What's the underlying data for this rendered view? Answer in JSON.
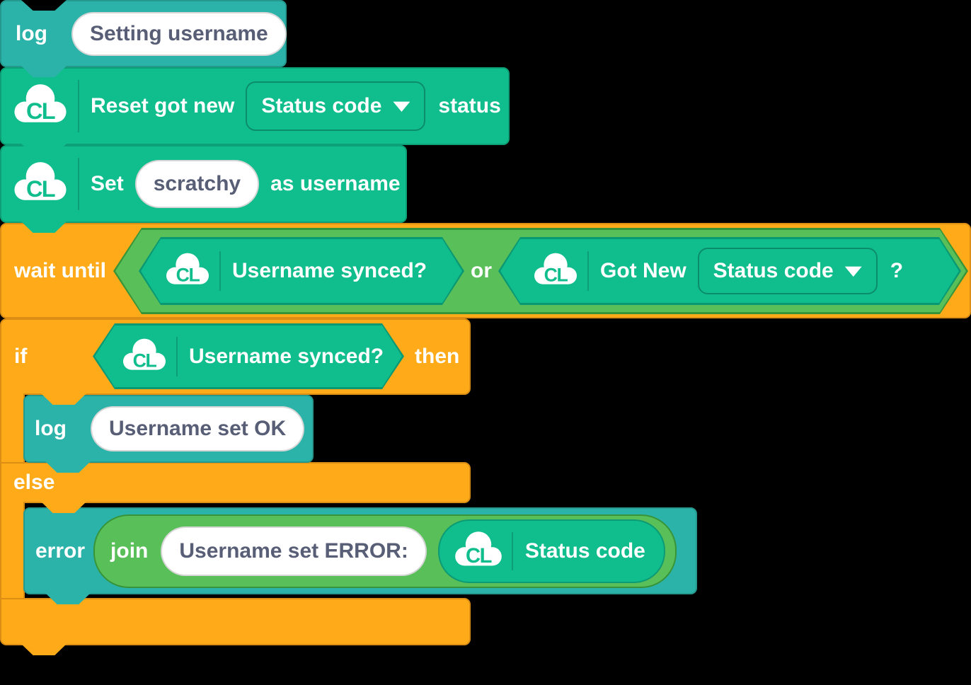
{
  "workspace": {
    "icon_text": "CL",
    "log_setting": {
      "label": "log",
      "value": "Setting username"
    },
    "reset_got_new": {
      "prefix": "Reset got new",
      "dropdown_value": "Status code",
      "suffix": "status"
    },
    "set_username": {
      "prefix": "Set",
      "value": "scratchy",
      "suffix": "as username"
    },
    "wait_until": {
      "label": "wait until",
      "or_label": "or",
      "username_synced": {
        "label": "Username synced?"
      },
      "got_new": {
        "prefix": "Got New",
        "dropdown_value": "Status code",
        "suffix": "?"
      }
    },
    "if_else": {
      "if_label": "if",
      "then_label": "then",
      "else_label": "else",
      "condition": {
        "label": "Username synced?"
      }
    },
    "log_ok": {
      "label": "log",
      "value": "Username set OK"
    },
    "error_report": {
      "label": "error",
      "join_label": "join",
      "value": "Username set ERROR:",
      "reporter_label": "Status code"
    },
    "colors": {
      "command_teal": "#2bb3a9",
      "extension_green": "#10bd8c",
      "control_orange": "#ffab19",
      "operator_green": "#59c059",
      "input_text": "#575e75"
    }
  }
}
